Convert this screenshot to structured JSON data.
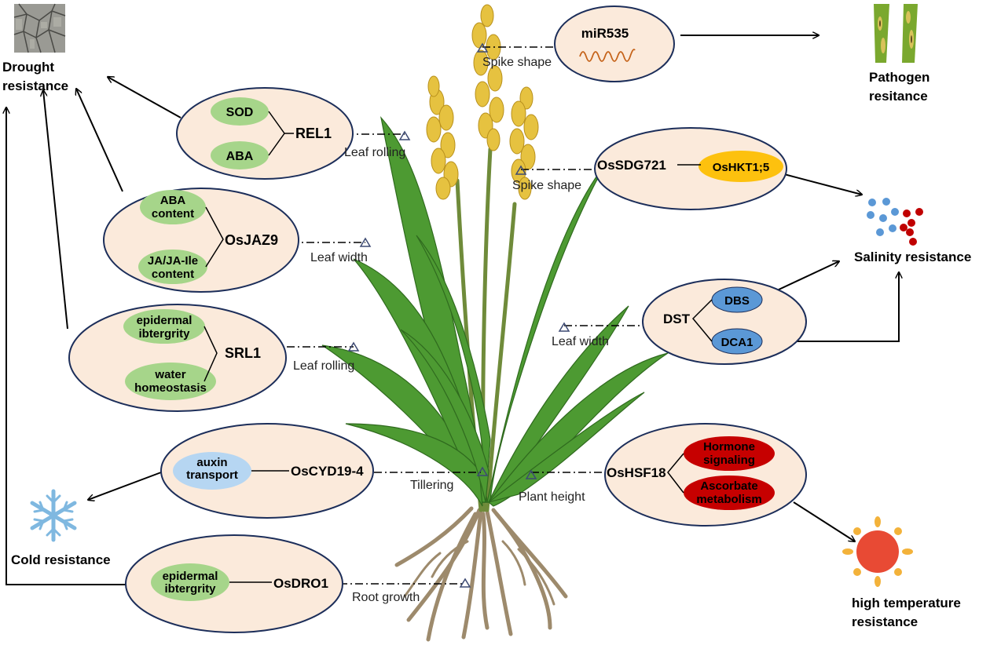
{
  "resistances": {
    "drought": [
      "Drought",
      "resistance"
    ],
    "pathogen": [
      "Pathogen",
      "resitance"
    ],
    "salinity": "Salinity resistance",
    "cold": "Cold resistance",
    "heat": [
      "high temperature",
      "resistance"
    ]
  },
  "genes": {
    "rel1": "REL1",
    "osjaz9": "OsJAZ9",
    "srl1": "SRL1",
    "oscyd": "OsCYD19-4",
    "osdro1": "OsDRO1",
    "mir535": "miR535",
    "ossdg721": "OsSDG721",
    "oshkt": "OsHKT1;5",
    "dst": "DST",
    "oshsf18": "OsHSF18"
  },
  "factors": {
    "sod": "SOD",
    "aba": "ABA",
    "aba_content": [
      "ABA",
      "content"
    ],
    "ja_content": [
      "JA/JA-Ile",
      "content"
    ],
    "epidermal1": [
      "epidermal",
      "ibtergrity"
    ],
    "water": [
      "water",
      "homeostasis"
    ],
    "auxin": [
      "auxin",
      "transport"
    ],
    "epidermal2": [
      "epidermal",
      "ibtergrity"
    ],
    "dbs": "DBS",
    "dca1": "DCA1",
    "hormone": [
      "Hormone",
      "signaling"
    ],
    "ascorbate": [
      "Ascorbate",
      "metabolism"
    ]
  },
  "traits": {
    "spike_top": "Spike shape",
    "spike_mid": "Spike shape",
    "leaf_rolling_1": "Leaf rolling",
    "leaf_width_1": "Leaf width",
    "leaf_rolling_2": "Leaf rolling",
    "leaf_width_2": "Leaf width",
    "tillering": "Tillering",
    "plant_height": "Plant height",
    "root_growth": "Root growth"
  },
  "colors": {
    "bubble_fill": "#fbeadb",
    "bubble_stroke": "#1c2e5a",
    "green": "#a6d58a",
    "blue": "#5b98d6",
    "light_blue": "#b6d6f2",
    "yellow": "#fdc10e",
    "red": "#c60000",
    "leaf": "#4d9a32",
    "spike": "#e6c240"
  }
}
